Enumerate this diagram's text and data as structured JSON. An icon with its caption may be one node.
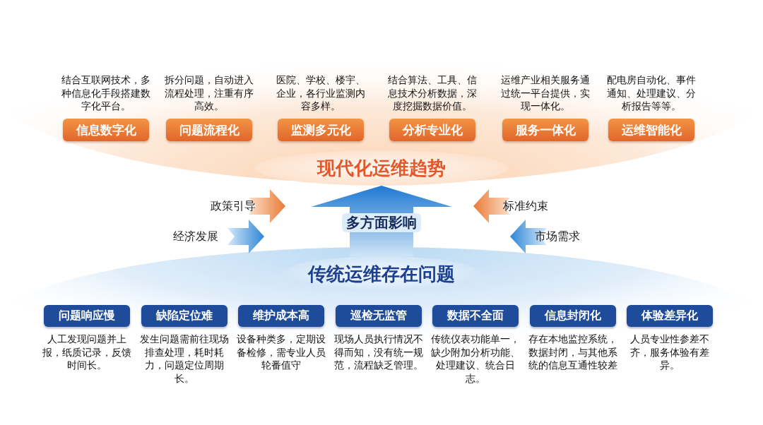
{
  "diagram": {
    "nodes": [
      {
        "text": [
          "现代化运维趋势"
        ]
      },
      {
        "text": [
          "信息数字化"
        ],
        "beside": [
          "结合互联网技术，多种信息化手段搭建数字化平台。"
        ]
      },
      {
        "text": [
          "问题流程化"
        ],
        "beside": [
          "拆分问题，自动进入流程处理，注重有序高效。"
        ]
      },
      {
        "text": [
          "监测多元化"
        ],
        "beside": [
          "医院、学校、楼宇、企业，各行业监测内容多样。"
        ]
      },
      {
        "text": [
          "分析专业化"
        ],
        "beside": [
          "结合算法、工具、信息技术分析数据，深度挖掘数据价值。"
        ]
      },
      {
        "text": [
          "服务一体化"
        ],
        "beside": [
          "运维产业相关服务通过统一平台提供，实现一体化。"
        ]
      },
      {
        "text": [
          "运维智能化"
        ],
        "beside": [
          "配电房自动化、事件通知、处理建议、分析报告等等。"
        ]
      },
      {
        "text": [
          "传统运维存在问题"
        ]
      },
      {
        "text": [
          "问题响应慢"
        ],
        "beside": [
          "人工发现问题并上报，纸质记录，反馈时间长。"
        ]
      },
      {
        "text": [
          "缺陷定位难"
        ],
        "beside": [
          "发生问题需前往现场排查处理，耗时耗力，问题定位周期长。"
        ]
      },
      {
        "text": [
          "维护成本高"
        ],
        "beside": [
          "设备种类多，定期设备检修，需专业人员轮番值守"
        ]
      },
      {
        "text": [
          "巡检无监管"
        ],
        "beside": [
          "现场人员执行情况不得而知，没有统一规范，流程缺乏管理。"
        ]
      },
      {
        "text": [
          "数据不全面"
        ],
        "beside": [
          "传统仪表功能单一，缺少附加分析功能、处理建议、统合日志。"
        ]
      },
      {
        "text": [
          "信息封闭化"
        ],
        "beside": [
          "存在本地监控系统，数据封闭，与其他系统的信息互通性较差"
        ]
      },
      {
        "text": [
          "体验差异化"
        ],
        "beside": [
          "人员专业性参差不齐，服务体验有差异。"
        ]
      }
    ],
    "edges": [
      {
        "from": 7,
        "to": 0,
        "arrow": "to",
        "label": "多方面影响",
        "style": "thick"
      }
    ],
    "labels": [
      "政策引导",
      "标准约束",
      "经济发展",
      "市场需求"
    ]
  }
}
